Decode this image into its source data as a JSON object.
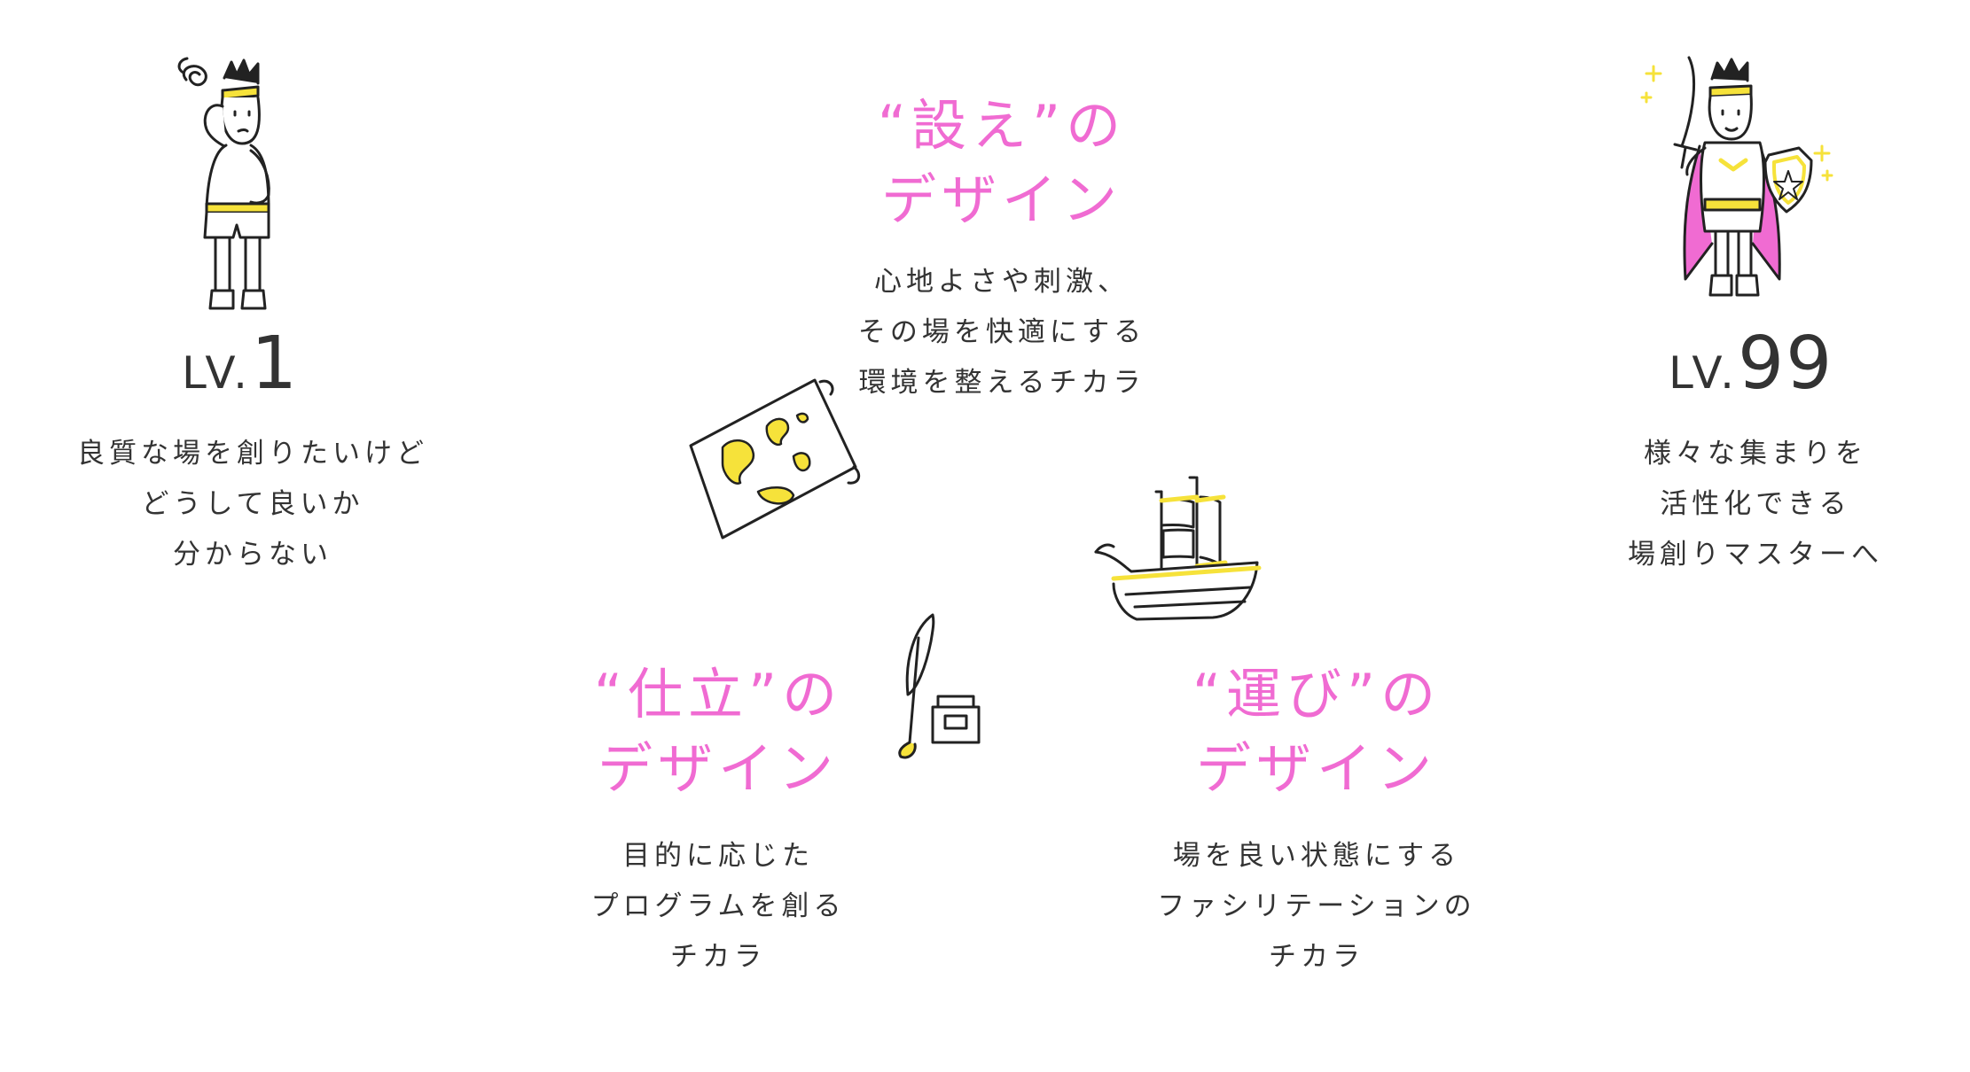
{
  "left": {
    "level_prefix": "LV.",
    "level_number": "1",
    "desc": [
      "良質な場を創りたいけど",
      "どうして良いか",
      "分からない"
    ]
  },
  "right": {
    "level_prefix": "LV.",
    "level_number": "99",
    "desc": [
      "様々な集まりを",
      "活性化できる",
      "場創りマスターへ"
    ]
  },
  "sections": [
    {
      "heading_line1": "“設え”の",
      "heading_line2": "デザイン",
      "desc": [
        "心地よさや刺激、",
        "その場を快適にする",
        "環境を整えるチカラ"
      ]
    },
    {
      "heading_line1": "“仕立”の",
      "heading_line2": "デザイン",
      "desc": [
        "目的に応じた",
        "プログラムを創る",
        "チカラ"
      ]
    },
    {
      "heading_line1": "“運び”の",
      "heading_line2": "デザイン",
      "desc": [
        "場を良い状態にする",
        "ファシリテーションの",
        "チカラ"
      ]
    }
  ],
  "colors": {
    "accent_pink": "#f06bd2",
    "accent_yellow": "#f6e23a",
    "text": "#333333",
    "line": "#222222"
  }
}
